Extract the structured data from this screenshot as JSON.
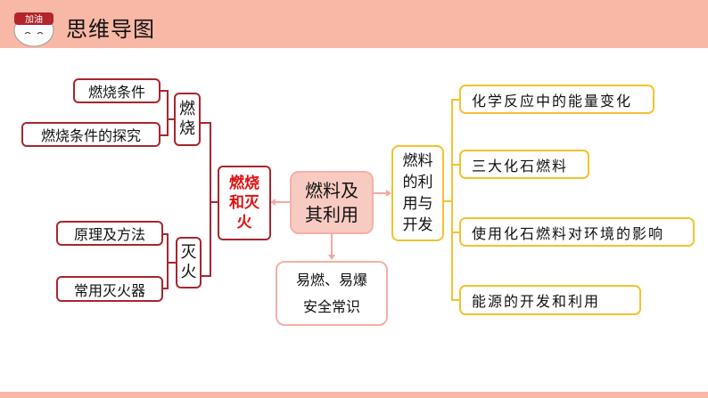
{
  "header": {
    "title": "思维导图",
    "mascot_text": "加油"
  },
  "center": "燃料及其利用",
  "left": {
    "main": "燃烧和灭火",
    "combustion": {
      "label": "燃烧",
      "items": [
        "燃烧条件",
        "燃烧条件的探究"
      ]
    },
    "extinguish": {
      "label": "灭火",
      "items": [
        "原理及方法",
        "常用灭火器"
      ]
    }
  },
  "bottom": {
    "line1": "易燃、易爆",
    "line2": "安全常识"
  },
  "right": {
    "main": "燃料的利用与开发",
    "items": [
      "化学反应中的能量变化",
      "三大化石燃料",
      "使用化石燃料对环境的影响",
      "能源的开发和利用"
    ]
  },
  "colors": {
    "header": "#f9b8a6",
    "red": "#a8262e",
    "yellow": "#f2c230",
    "center_fill": "#f8cbc2"
  }
}
